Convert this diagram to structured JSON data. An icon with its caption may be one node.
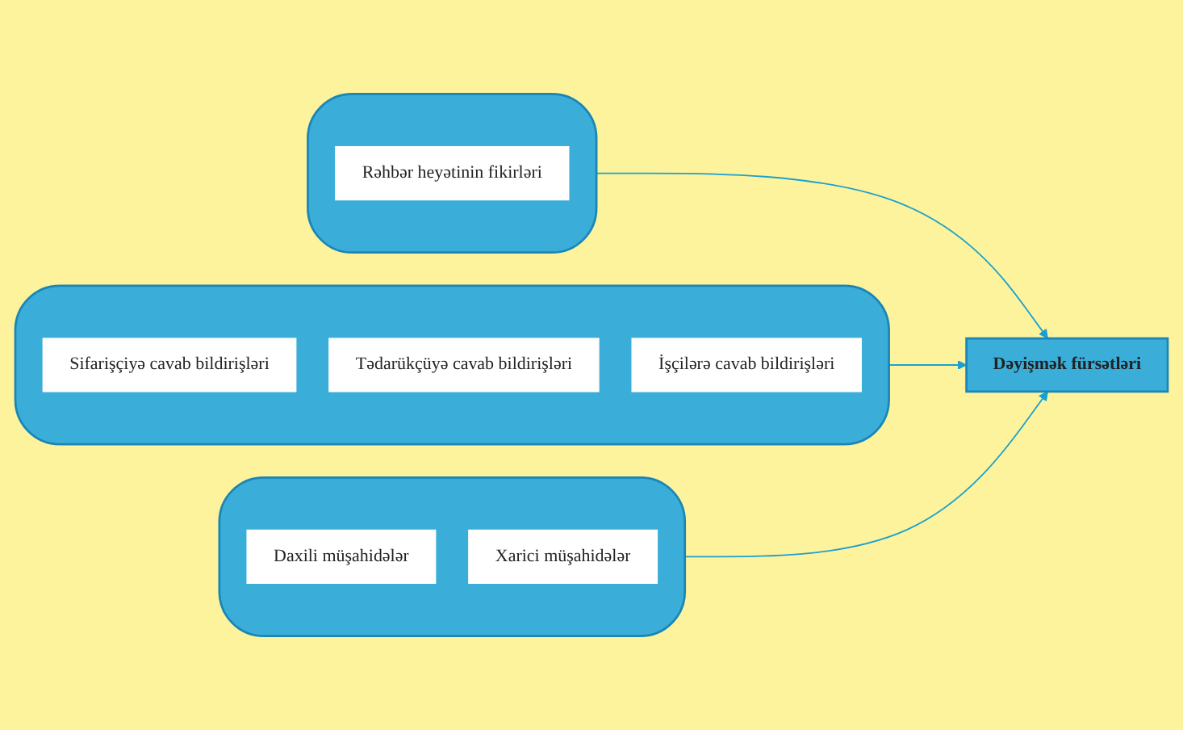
{
  "diagram": {
    "nodes": [
      {
        "text": [],
        "shape": "box"
      },
      {
        "text": [
          "Rəhbər heyətinin fikirləri"
        ],
        "in": 0
      },
      {
        "text": [],
        "shape": "box"
      },
      {
        "text": [
          "Sifarişçiyə cavab bildirişləri"
        ],
        "in": 2
      },
      {
        "text": [
          "Tədarükçüyə cavab bildirişləri"
        ],
        "in": 2
      },
      {
        "text": [
          "İşçilərə cavab bildirişləri"
        ],
        "in": 2
      },
      {
        "text": [],
        "shape": "box"
      },
      {
        "text": [
          "Daxili müşahidələr"
        ],
        "in": 6
      },
      {
        "text": [
          "Xarici müşahidələr"
        ],
        "in": 6
      },
      {
        "text": [
          "Dəyişmək fürsətləri"
        ]
      }
    ],
    "edges": [
      {
        "from": 0,
        "to": 9,
        "arrow": "to"
      },
      {
        "from": 2,
        "to": 9,
        "arrow": "to"
      },
      {
        "from": 6,
        "to": 9,
        "arrow": "to"
      }
    ]
  }
}
